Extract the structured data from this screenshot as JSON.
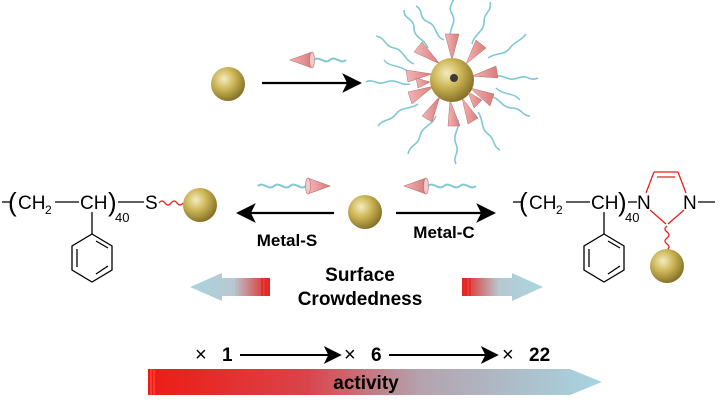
{
  "polymer_left": {
    "open_paren": "(",
    "ch2": "CH",
    "ch2_sub": "2",
    "ch": "CH",
    "close_paren": ")",
    "subscript": "40",
    "sulfur": "S"
  },
  "polymer_right": {
    "open_paren": "(",
    "ch2": "CH",
    "ch2_sub": "2",
    "ch": "CH",
    "close_paren": ")",
    "subscript": "40",
    "n1": "N",
    "n2": "N"
  },
  "labels": {
    "metal_s": "Metal-S",
    "metal_c": "Metal-C",
    "surface": "Surface",
    "crowdedness": "Crowdedness",
    "activity": "activity"
  },
  "ratio_scale": {
    "times": "×",
    "values": [
      "1",
      "6",
      "22"
    ]
  },
  "colors": {
    "gold": "#c9b24a",
    "pink": "#e99a9a",
    "cyan": "#7ec8d8",
    "red": "#e8201c",
    "light_blue": "#a8d4e0"
  }
}
